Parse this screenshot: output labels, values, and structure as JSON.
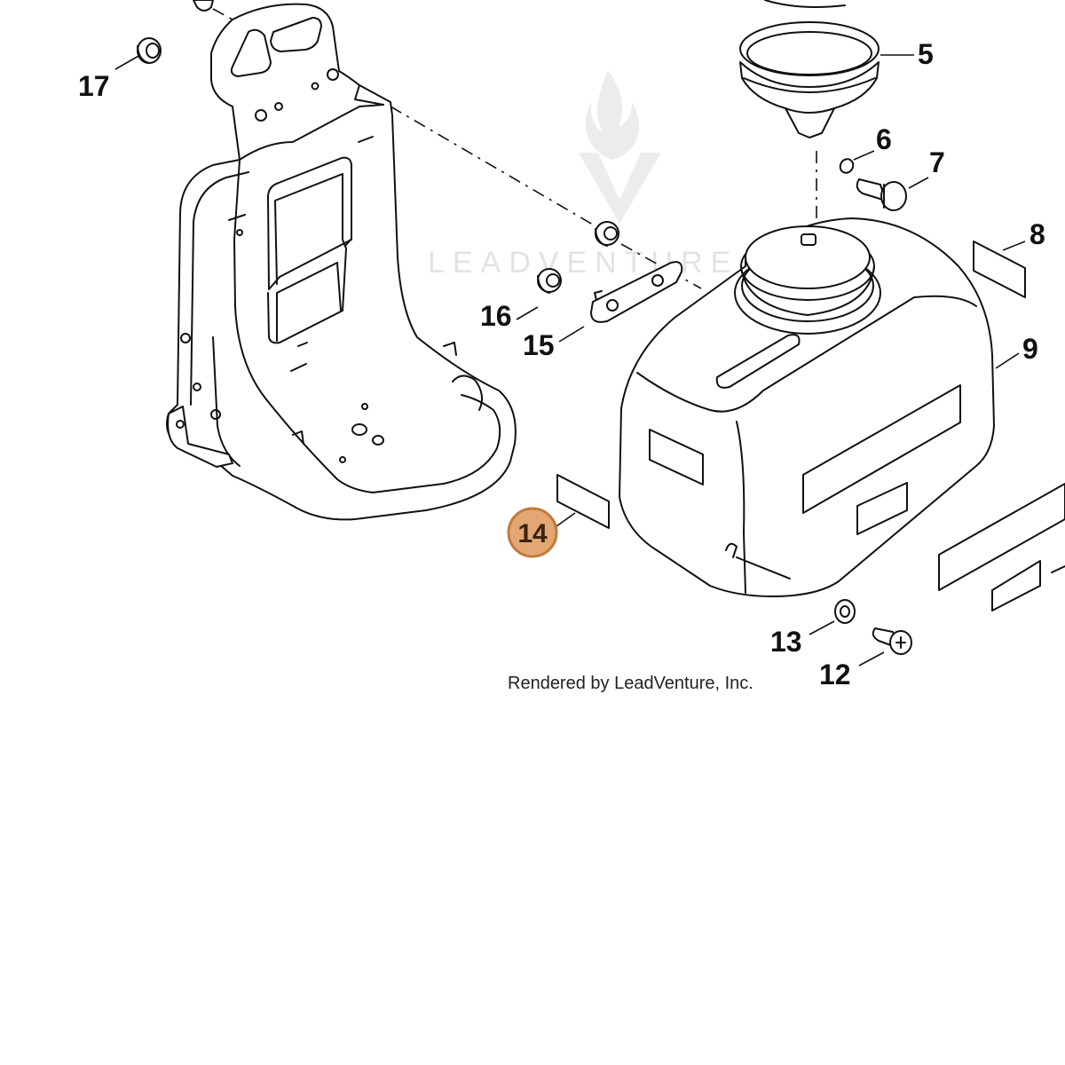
{
  "callouts": {
    "c5": "5",
    "c6": "6",
    "c7": "7",
    "c8": "8",
    "c9": "9",
    "c12": "12",
    "c13": "13",
    "c14": "14",
    "c15": "15",
    "c16": "16",
    "c17": "17"
  },
  "highlighted_callout": "14",
  "credit": "Rendered by LeadVenture, Inc.",
  "watermark": {
    "text": "LEADVENTURE",
    "icon": "flame-v-logo-icon"
  },
  "colors": {
    "highlight_fill": "#e2a772",
    "highlight_stroke": "#c27a3c",
    "line": "#111111",
    "watermark": "#e3e3e3"
  }
}
